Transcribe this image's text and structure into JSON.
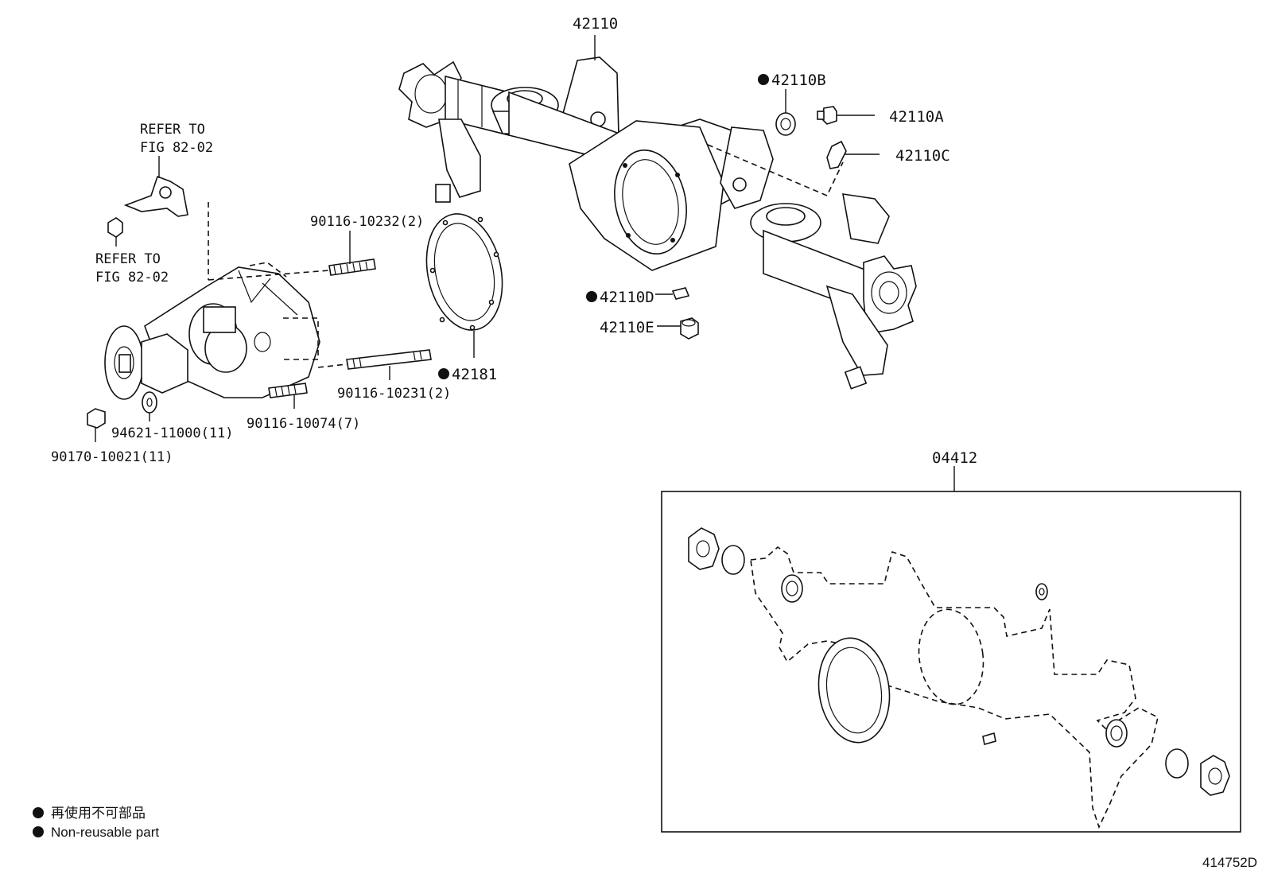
{
  "labels": {
    "p42110": "42110",
    "p42110B": "42110B",
    "p42110A": "42110A",
    "p42110C": "42110C",
    "p42110D": "42110D",
    "p42110E": "42110E",
    "p42181": "42181",
    "refer1_line1": "REFER TO",
    "refer1_line2": "FIG 82-02",
    "refer2_line1": "REFER TO",
    "refer2_line2": "FIG 82-02",
    "p90116_10232": "90116-10232(2)",
    "p90116_10231": "90116-10231(2)",
    "p90116_10074": "90116-10074(7)",
    "p94621_11000": "94621-11000(11)",
    "p90170_10021": "90170-10021(11)",
    "p04412": "04412"
  },
  "legend": {
    "line_jp": "再使用不可部品",
    "line_en": "Non-reusable part"
  },
  "figure_id": "414752D"
}
